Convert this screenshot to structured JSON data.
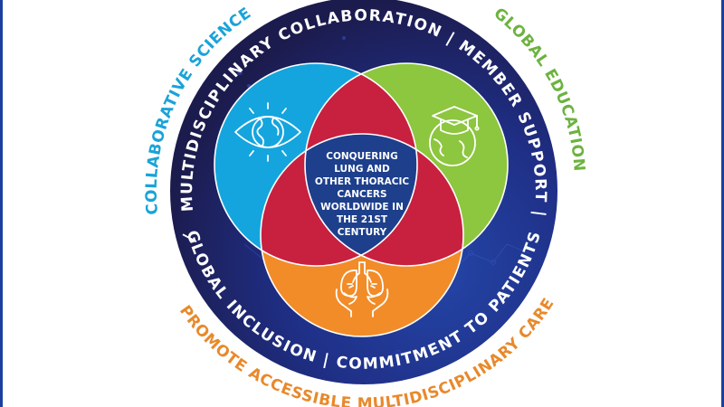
{
  "colors": {
    "ring_dark": "#1c1b4d",
    "ring_blue": "#1f3f9e",
    "cyan": "#14a5de",
    "green": "#8dc63f",
    "orange": "#f28c28",
    "red": "#c8203f",
    "center_navy": "#1d3f8c",
    "frame_edge": "#1a3f9e",
    "outer_cyan_text": "#1aa3d8",
    "outer_green_text": "#6cb33f",
    "outer_orange_text": "#e8892b"
  },
  "ring": {
    "top_text": "MULTIDISCIPLINARY COLLABORATION  |  MEMBER SUPPORT  |",
    "bottom_text": "GLOBAL INCLUSION  |  COMMITMENT TO PATIENTS",
    "left_separator": "|"
  },
  "outer_labels": {
    "collaborative_science": "COLLABORATIVE SCIENCE",
    "global_education": "GLOBAL EDUCATION",
    "promote_care": "PROMOTE ACCESSIBLE MULTIDISCIPLINARY CARE"
  },
  "center": {
    "lines": [
      "CONQUERING",
      "LUNG AND",
      "OTHER THORACIC",
      "CANCERS",
      "WORLDWIDE IN",
      "THE 21ST",
      "CENTURY"
    ]
  },
  "circles": {
    "cyan": {
      "icon": "eye-globe-icon"
    },
    "green": {
      "icon": "graduation-cap-globe-icon"
    },
    "orange": {
      "icon": "lungs-hands-icon"
    }
  }
}
